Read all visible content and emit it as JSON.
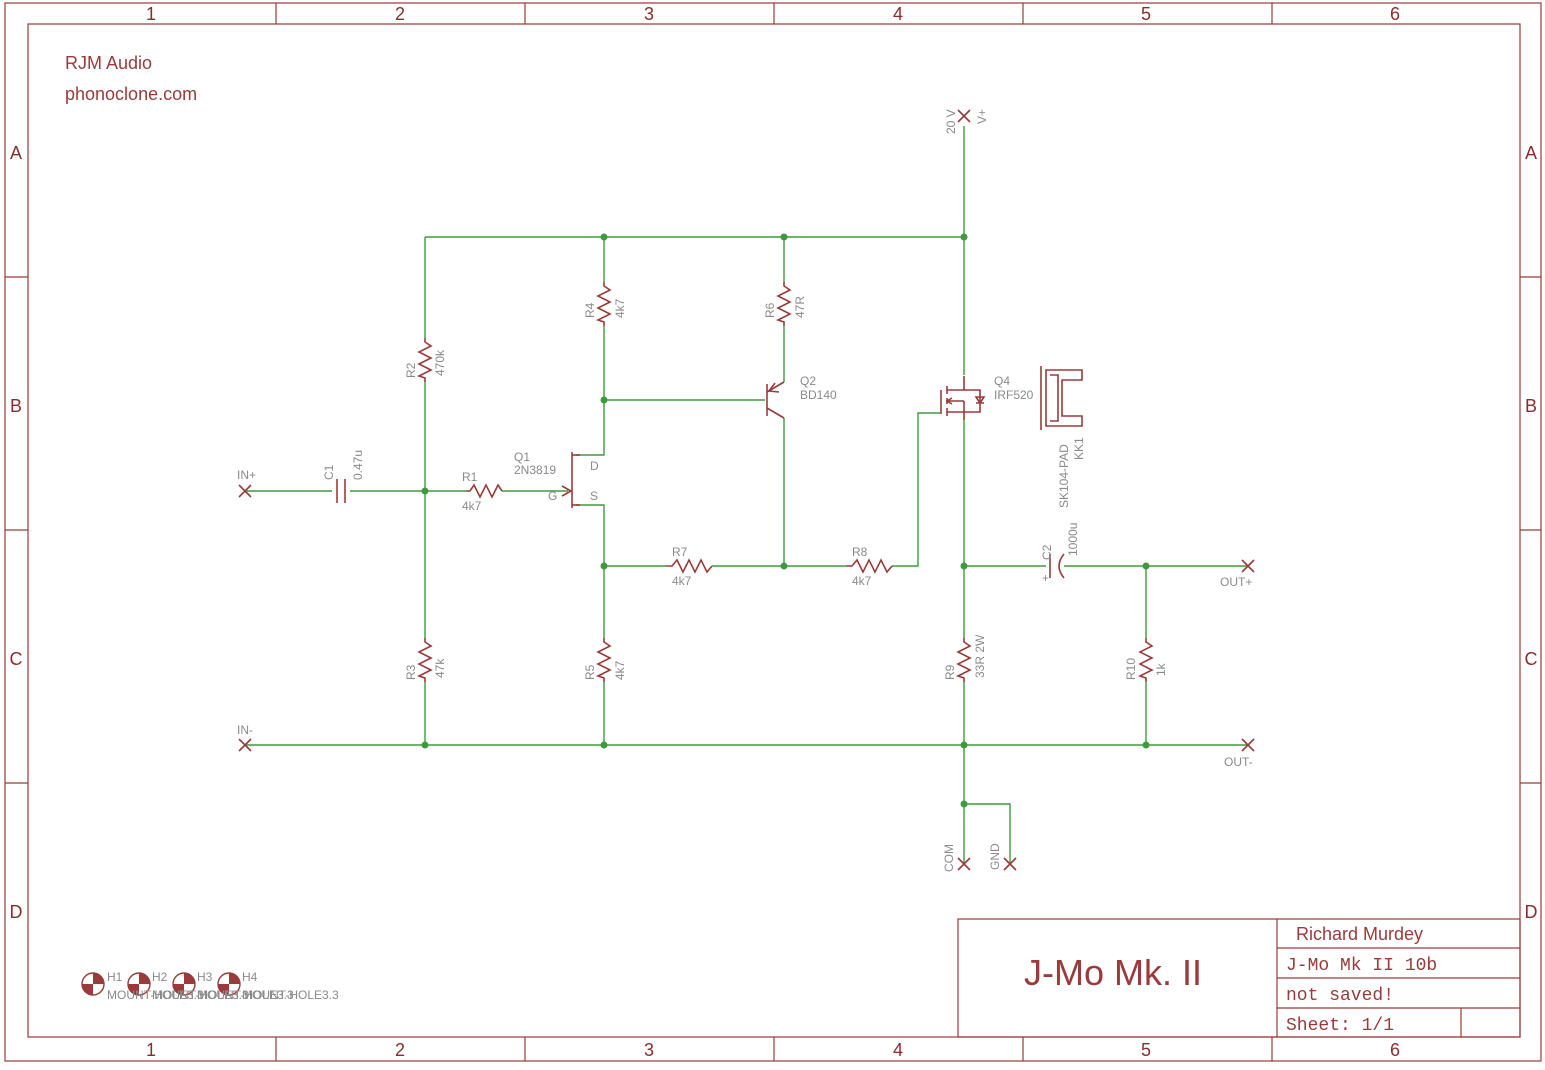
{
  "frame": {
    "columns": [
      "1",
      "2",
      "3",
      "4",
      "5",
      "6"
    ],
    "rows": [
      "A",
      "B",
      "C",
      "D"
    ]
  },
  "header": {
    "company": "RJM Audio",
    "website": "phonoclone.com"
  },
  "title_block": {
    "title": "J-Mo Mk. II",
    "author": "Richard Murdey",
    "document": "J-Mo Mk II 10b",
    "status": "not saved!",
    "sheet": "Sheet: 1/1"
  },
  "supply": {
    "voltage": "20 V",
    "name": "V+"
  },
  "connectors": {
    "in_plus": "IN+",
    "in_minus": "IN-",
    "out_plus": "OUT+",
    "out_minus": "OUT-",
    "com": "COM",
    "gnd": "GND"
  },
  "components": {
    "C1": {
      "name": "C1",
      "value": "0.47u"
    },
    "C2": {
      "name": "C2",
      "value": "1000u"
    },
    "R1": {
      "name": "R1",
      "value": "4k7"
    },
    "R2": {
      "name": "R2",
      "value": "470k"
    },
    "R3": {
      "name": "R3",
      "value": "47k"
    },
    "R4": {
      "name": "R4",
      "value": "4k7"
    },
    "R5": {
      "name": "R5",
      "value": "4k7"
    },
    "R6": {
      "name": "R6",
      "value": "47R"
    },
    "R7": {
      "name": "R7",
      "value": "4k7"
    },
    "R8": {
      "name": "R8",
      "value": "4k7"
    },
    "R9": {
      "name": "R9",
      "value": "33R 2W"
    },
    "R10": {
      "name": "R10",
      "value": "1k"
    },
    "Q1": {
      "name": "Q1",
      "value": "2N3819",
      "pin_d": "D",
      "pin_g": "G",
      "pin_s": "S"
    },
    "Q2": {
      "name": "Q2",
      "value": "BD140"
    },
    "Q4": {
      "name": "Q4",
      "value": "IRF520"
    },
    "KK1": {
      "name": "KK1",
      "value": "SK104-PAD"
    }
  },
  "holes": {
    "labels": [
      "H1",
      "H2",
      "H3",
      "H4"
    ],
    "footprint_text": "MOUNT-HOLE3.3"
  },
  "colors": {
    "frame": "#9a3a3a",
    "wire": "#3f9a3f",
    "label": "#8a8a8a"
  }
}
